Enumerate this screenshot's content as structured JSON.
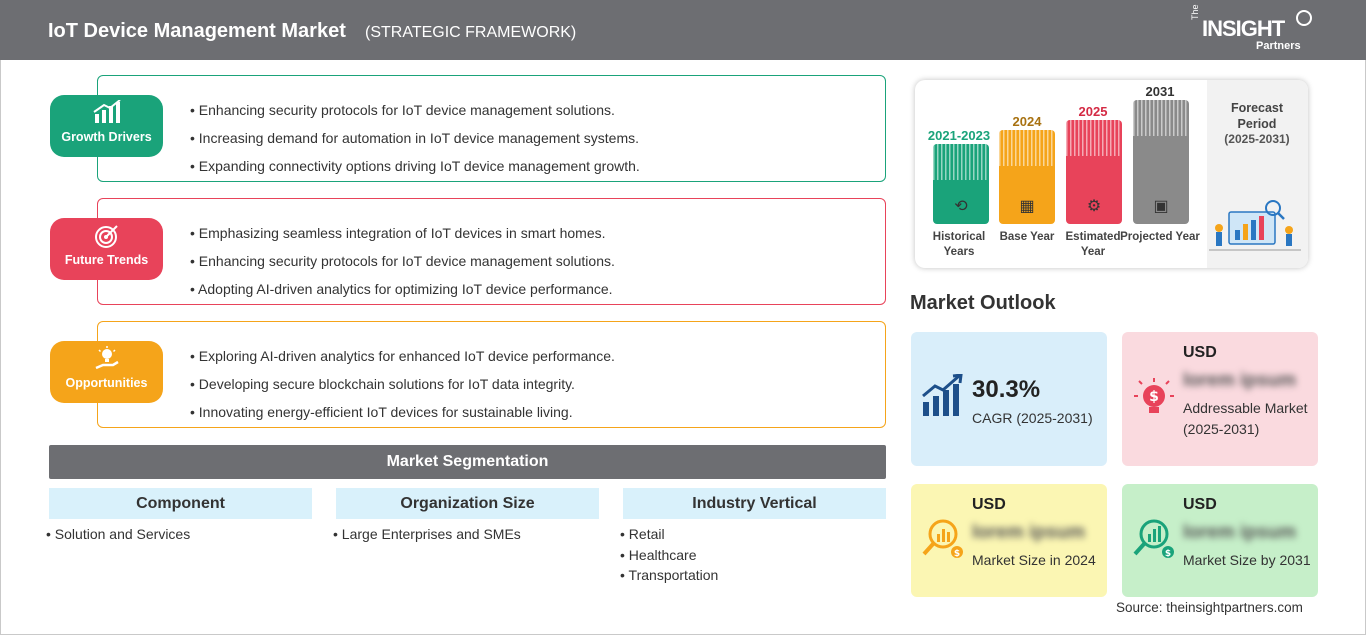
{
  "header": {
    "title": "IoT Device Management Market",
    "subtitle": "(STRATEGIC FRAMEWORK)",
    "logo": {
      "the": "The",
      "insight": "INSIGHT",
      "partners": "Partners"
    }
  },
  "framework": [
    {
      "label": "Growth Drivers",
      "icon": "bar-growth-icon",
      "color": "#1aa37a",
      "points": [
        "Enhancing security protocols for IoT device management solutions.",
        "Increasing demand for automation in IoT device management systems.",
        "Expanding connectivity options driving IoT device management growth."
      ]
    },
    {
      "label": "Future Trends",
      "icon": "target-icon",
      "color": "#e8435a",
      "points": [
        "Emphasizing seamless integration of IoT devices in smart homes.",
        "Enhancing security protocols for IoT device management solutions.",
        "Adopting AI-driven analytics for optimizing IoT device performance."
      ]
    },
    {
      "label": "Opportunities",
      "icon": "lightbulb-hand-icon",
      "color": "#f5a41a",
      "points": [
        "Exploring AI-driven analytics for enhanced IoT device performance.",
        "Developing secure blockchain solutions for IoT data integrity.",
        "Innovating energy-efficient IoT devices for sustainable living."
      ]
    }
  ],
  "segmentation": {
    "title": "Market Segmentation",
    "columns": [
      {
        "heading": "Component",
        "items": [
          "Solution and Services"
        ]
      },
      {
        "heading": "Organization Size",
        "items": [
          "Large Enterprises and SMEs"
        ]
      },
      {
        "heading": "Industry Vertical",
        "items": [
          "Retail",
          "Healthcare",
          "Transportation"
        ]
      }
    ]
  },
  "timeline": {
    "columns": [
      {
        "year": "2021-2023",
        "label": "Historical Years",
        "color": "#1aa37a",
        "icon": "history-icon"
      },
      {
        "year": "2024",
        "label": "Base Year",
        "color": "#f5a41a",
        "icon": "calendar-icon"
      },
      {
        "year": "2025",
        "label": "Estimated Year",
        "color": "#e8435a",
        "icon": "gears-icon"
      },
      {
        "year": "2031",
        "label": "Projected Year",
        "color": "#8a8a8a",
        "icon": "presentation-icon"
      }
    ],
    "forecast_label": "Forecast Period",
    "forecast_years": "(2025-2031)"
  },
  "outlook": {
    "title": "Market Outlook",
    "cagr_value": "30.3%",
    "cagr_label": "CAGR (2025-2031)",
    "addressable": {
      "usd": "USD",
      "value": "lorem ipsum",
      "label": "Addressable Market (2025-2031)"
    },
    "size_2024": {
      "usd": "USD",
      "value": "lorem ipsum",
      "label": "Market Size in 2024"
    },
    "size_2031": {
      "usd": "USD",
      "value": "lorem ipsum",
      "label": "Market Size by 2031"
    }
  },
  "source": "Source: theinsightpartners.com"
}
